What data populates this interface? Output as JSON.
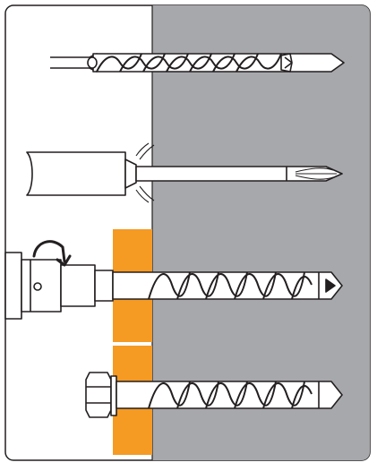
{
  "diagram": {
    "steps": [
      {
        "id": "step-1-drill",
        "action": "drill-hole",
        "tool": "masonry-drill-bit"
      },
      {
        "id": "step-2-clean",
        "action": "clean-hole",
        "tool": "blow-out-pump"
      },
      {
        "id": "step-3-drive",
        "action": "drive-screw-anchor",
        "tool": "impact-wrench-socket"
      },
      {
        "id": "step-4-set",
        "action": "anchor-installed",
        "tool": "hex-head-screw-anchor"
      }
    ],
    "colors": {
      "concrete": "#a7a8ab",
      "fixture": "#f59a23",
      "outline": "#231f20",
      "background": "#ffffff"
    },
    "icons": [
      "masonry-drill-bit-icon",
      "blow-out-pump-icon",
      "rotation-arrow-icon",
      "screw-anchor-icon",
      "hex-head-icon"
    ]
  }
}
